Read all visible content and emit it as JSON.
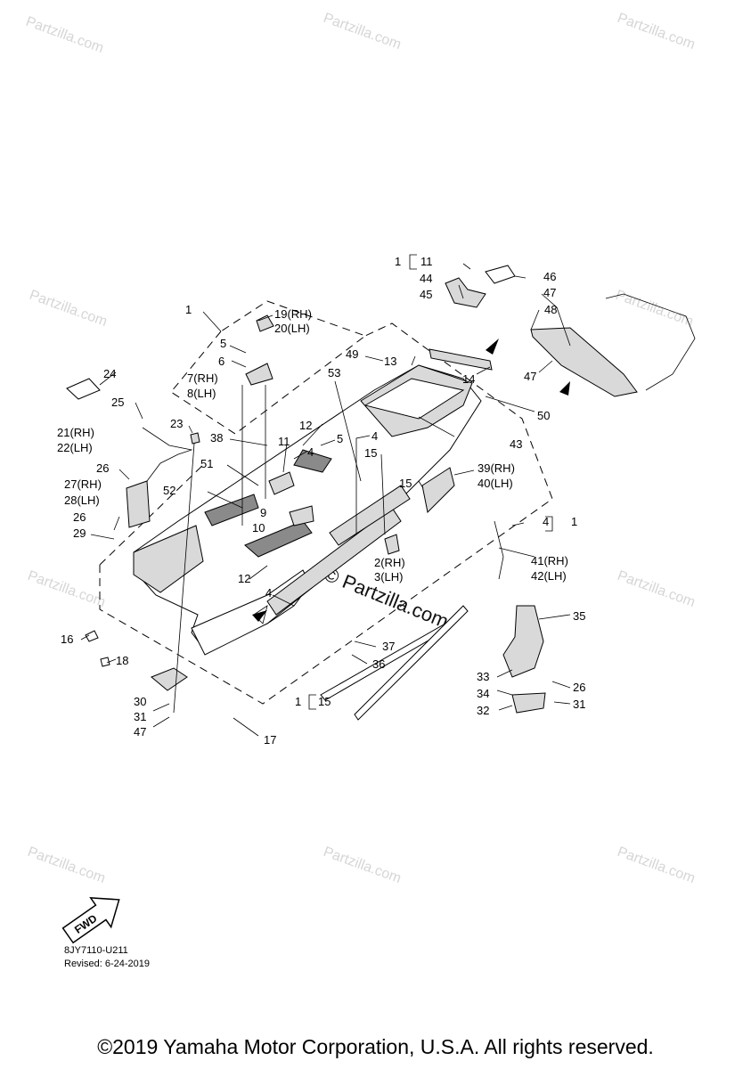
{
  "watermark": {
    "text": "Partzilla.com",
    "center_text": "© Partzilla.com"
  },
  "callouts": [
    "1",
    "2(RH)",
    "3(LH)",
    "4",
    "5",
    "6",
    "7(RH)",
    "8(LH)",
    "9",
    "10",
    "11",
    "12",
    "13",
    "14",
    "15",
    "16",
    "17",
    "18",
    "19(RH)",
    "20(LH)",
    "21(RH)",
    "22(LH)",
    "23",
    "24",
    "25",
    "26",
    "27(RH)",
    "28(LH)",
    "29",
    "30",
    "31",
    "32",
    "33",
    "34",
    "35",
    "36",
    "37",
    "38",
    "39(RH)",
    "40(LH)",
    "41(RH)",
    "42(LH)",
    "43",
    "44",
    "45",
    "46",
    "47",
    "48",
    "49",
    "50",
    "51",
    "52",
    "53"
  ],
  "fwd_label": "FWD",
  "diagram_code": "8JY7110-U211",
  "revised": "Revised: 6-24-2019",
  "copyright": "©2019 Yamaha Motor Corporation, U.S.A. All rights reserved."
}
